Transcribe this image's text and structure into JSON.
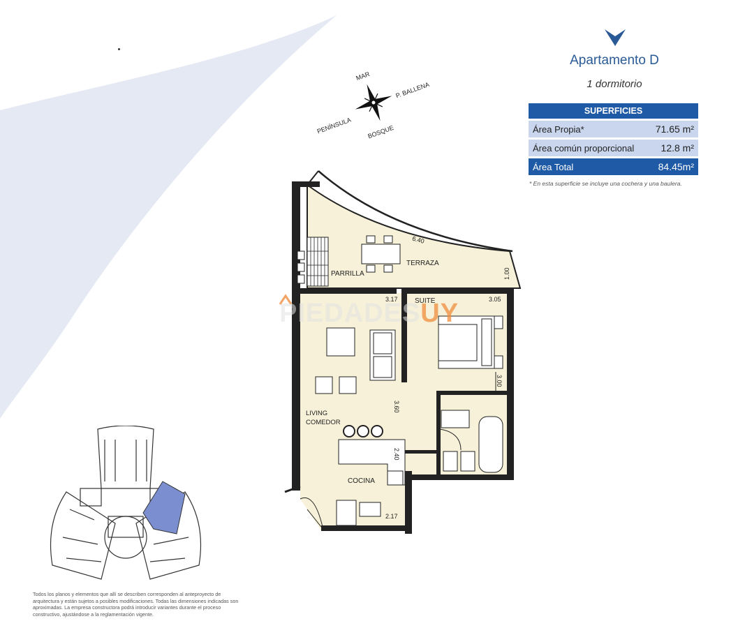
{
  "header": {
    "apartment_title": "Apartamento D",
    "subtitle": "1 dormitorio"
  },
  "surfaces": {
    "heading": "SUPERFICIES",
    "rows": [
      {
        "label": "Área Propia*",
        "value": "71.65 m²"
      },
      {
        "label": "Área común proporcional",
        "value": "12.8 m²"
      },
      {
        "label": "Área Total",
        "value": "84.45m²"
      }
    ],
    "footnote": "* En esta superficie se incluye una cochera y una baulera."
  },
  "compass": {
    "north": "MAR",
    "east": "P. BALLENA",
    "south": "BOSQUE",
    "west": "PENÍNSULA"
  },
  "rooms": {
    "parrilla": "PARRILLA",
    "terraza": "TERRAZA",
    "suite": "SUITE",
    "living": "LIVING",
    "comedor": "COMEDOR",
    "cocina": "COCINA"
  },
  "dimensions": {
    "d640": "6.40",
    "d100": "1.00",
    "d317": "3.17",
    "d305": "3.05",
    "d360": "3.60",
    "d300": "3.00",
    "d240": "2.40",
    "d217": "2.17"
  },
  "watermark": {
    "main": "PIEDADES",
    "suffix": "UY"
  },
  "colors": {
    "accent": "#1f5aa6",
    "room_fill": "#f6f1d8",
    "swoosh": "#e4e9f4",
    "highlight": "#7b8fd0"
  },
  "disclaimer": "Todos los planos y elementos que allí se describen corresponden al anteproyecto de arquitectura y están sujetos a posibles modificaciones. Todas las dimensiones indicadas son aproximadas. La empresa constructora podrá introducir variantes durante el proceso constructivo, ajustándose a la reglamentación vigente."
}
